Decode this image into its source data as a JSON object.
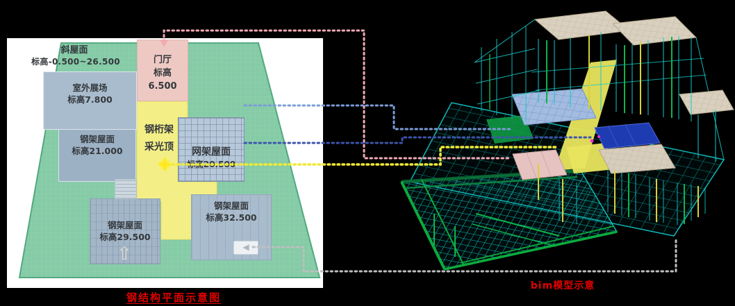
{
  "colors": {
    "plan_bg_green": "#84cba6",
    "plan_green_border": "#4fa87c",
    "box_blue_gray": "#a9bccd",
    "box_blue_gray_dark": "#9db1c5",
    "grid_box_blue": "#b7c8da",
    "foyer_pink": "#eec9c4",
    "skylight_yellow": "#f3ef86",
    "caption_red": "#e00000",
    "connector_pink": "#f2aab4",
    "connector_blue": "#7b9cd8",
    "connector_navy": "#3d55ab",
    "connector_yellow": "#f0ea35",
    "connector_gray": "#bfbfbf"
  },
  "plan": {
    "caption": "钢结构平面示意图",
    "icons": {
      "nav_arrow": "◀",
      "up_arrow": "⇧"
    },
    "regions": {
      "sloped_roof": {
        "name": "斜屋面",
        "elevation": "标高-0.500~26.500"
      },
      "outdoor_area": {
        "name": "室外展场",
        "elevation": "标高7.800"
      },
      "steel_roof_21": {
        "name": "钢架屋面",
        "elevation": "标高21.000"
      },
      "foyer": {
        "name": "门厅",
        "elevation_label": "标高",
        "elevation_value": "6.500"
      },
      "truss_skylight": {
        "line1": "钢桁架",
        "line2": "采光顶"
      },
      "grid_roof": {
        "name": "网架屋面",
        "elevation": "标高20.500"
      },
      "steel_roof_29": {
        "name": "钢架屋面",
        "elevation": "标高29.500"
      },
      "steel_roof_32": {
        "name": "钢架屋面",
        "elevation": "标高32.500"
      }
    }
  },
  "model": {
    "caption": "bim模型示意"
  }
}
